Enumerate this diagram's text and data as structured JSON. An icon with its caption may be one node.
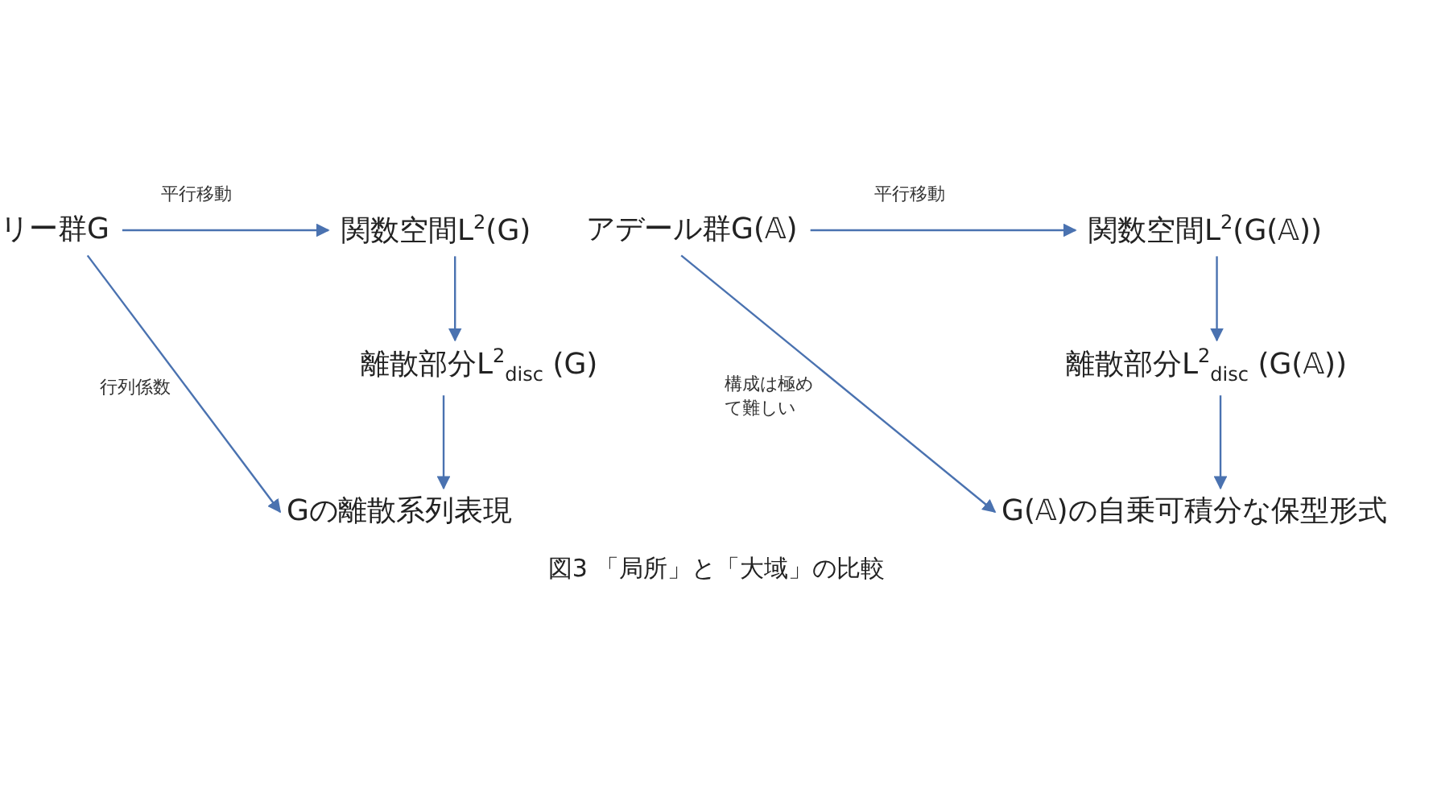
{
  "diagram": {
    "caption": "図3 「局所」と「大域」の比較",
    "nodes": [
      {
        "text": [
          "リー群G"
        ]
      },
      {
        "text": [
          "関数空間L$^{2}$(G)"
        ]
      },
      {
        "text": [
          "離散部分L$^{2}$$_{disc}$ (G)"
        ]
      },
      {
        "text": [
          "Gの離散系列表現"
        ]
      },
      {
        "text": [
          "アデール群G(𝔸)"
        ]
      },
      {
        "text": [
          "関数空間L$^{2}$(G(𝔸))"
        ]
      },
      {
        "text": [
          "離散部分L$^{2}$$_{disc}$ (G(𝔸))"
        ]
      },
      {
        "text": [
          "G(𝔸)の自乗可積分な保型形式"
        ]
      }
    ],
    "edges": [
      {
        "from": 0,
        "to": 1,
        "arrow": "to",
        "label": "平行移動"
      },
      {
        "from": 1,
        "to": 2,
        "arrow": "to"
      },
      {
        "from": 2,
        "to": 3,
        "arrow": "to"
      },
      {
        "from": 0,
        "to": 3,
        "arrow": "to",
        "label": "行列係数"
      },
      {
        "from": 4,
        "to": 5,
        "arrow": "to",
        "label": "平行移動"
      },
      {
        "from": 5,
        "to": 6,
        "arrow": "to"
      },
      {
        "from": 6,
        "to": 7,
        "arrow": "to"
      },
      {
        "from": 4,
        "to": 7,
        "arrow": "to",
        "label": "構成は極めて難しい"
      }
    ]
  }
}
